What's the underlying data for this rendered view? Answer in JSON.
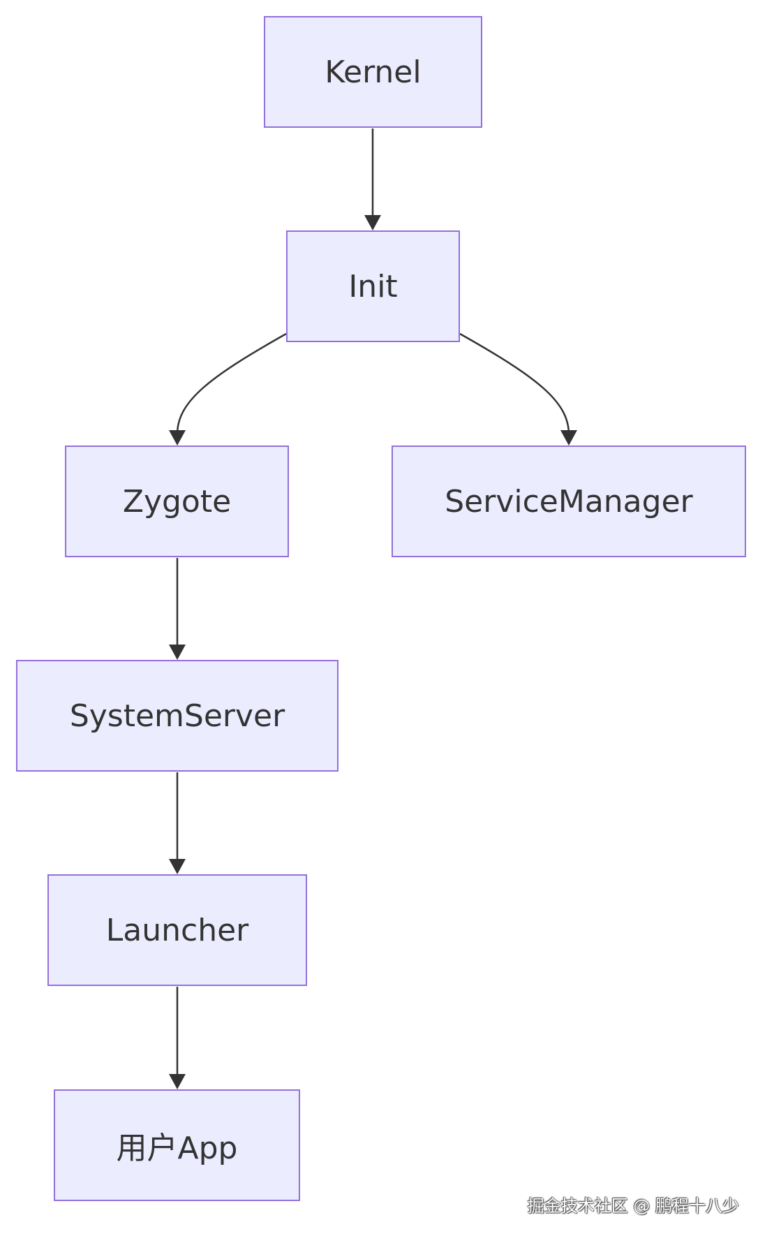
{
  "nodes": {
    "kernel": "Kernel",
    "init": "Init",
    "zygote": "Zygote",
    "service_manager": "ServiceManager",
    "system_server": "SystemServer",
    "launcher": "Launcher",
    "user_app": "用户App"
  },
  "edges": [
    {
      "from": "kernel",
      "to": "init"
    },
    {
      "from": "init",
      "to": "zygote"
    },
    {
      "from": "init",
      "to": "service_manager"
    },
    {
      "from": "zygote",
      "to": "system_server"
    },
    {
      "from": "system_server",
      "to": "launcher"
    },
    {
      "from": "launcher",
      "to": "user_app"
    }
  ],
  "watermark": "掘金技术社区 @ 鹏程十八少",
  "colors": {
    "node_fill": "#ececff",
    "node_border": "#9370db",
    "edge": "#333333",
    "text": "#333333"
  }
}
